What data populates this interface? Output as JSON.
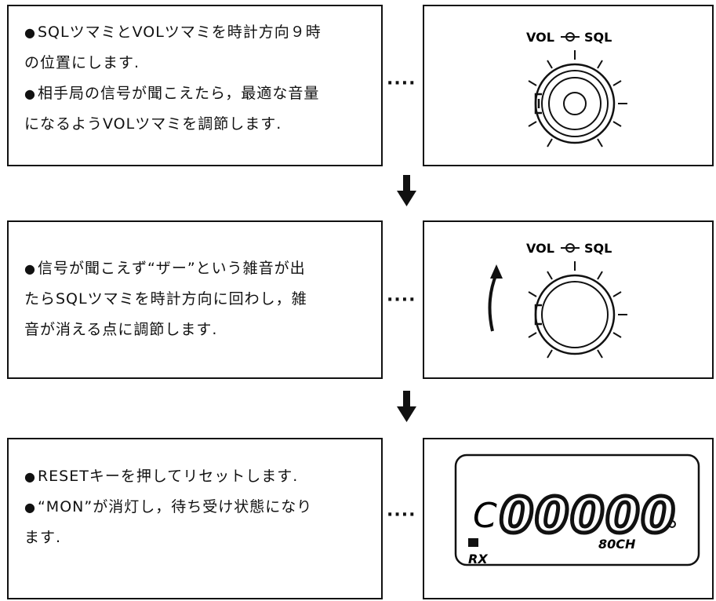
{
  "steps": [
    {
      "bullets": [
        {
          "a": "SQLツマミとVOLツマミを時計方向９時",
          "b": "の位置にします."
        },
        {
          "a": "相手局の信号が聞こえたら，最適な音量",
          "b": "になるようVOLツマミを調節します."
        }
      ]
    },
    {
      "bullets": [
        {
          "a": "信号が聞こえず“ザー”という雑音が出",
          "b": "たらSQLツマミを時計方向に回わし，雑",
          "c": "音が消える点に調節します."
        }
      ]
    },
    {
      "bullets": [
        {
          "a": "RESETキーを押してリセットします."
        },
        {
          "a": "“MON”が消灯し，待ち受け状態になり",
          "b": "ます."
        }
      ]
    }
  ],
  "connector": "····",
  "knob_label": {
    "vol": "VOL",
    "sql": "SQL"
  },
  "display": {
    "prefix": "C",
    "digits": "00000",
    "channel": "80CH",
    "mode": "RX"
  }
}
